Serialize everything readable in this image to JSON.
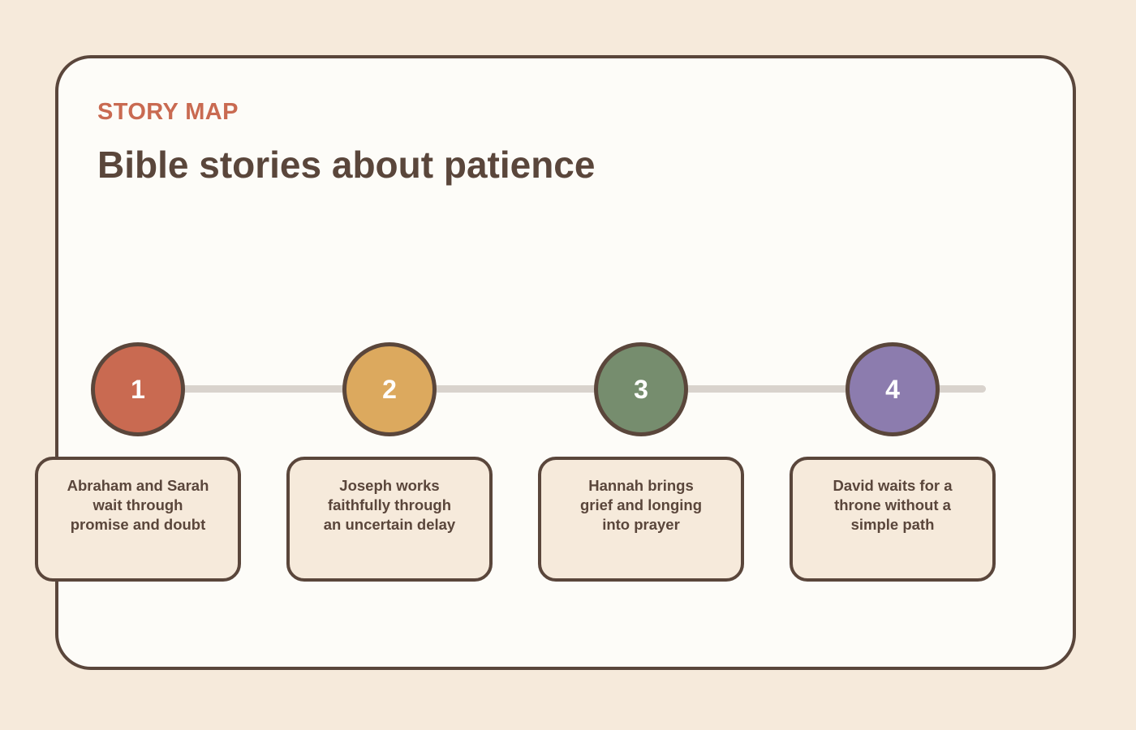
{
  "header": {
    "eyebrow": "STORY MAP",
    "title": "Bible stories about patience"
  },
  "steps": [
    {
      "number": "1",
      "lines": [
        "Abraham and Sarah",
        "wait through",
        "promise and doubt"
      ],
      "color": "#c96a51"
    },
    {
      "number": "2",
      "lines": [
        "Joseph works",
        "faithfully through",
        "an uncertain delay"
      ],
      "color": "#dca95e"
    },
    {
      "number": "3",
      "lines": [
        "Hannah brings",
        "grief and longing",
        "into prayer"
      ],
      "color": "#768d6e"
    },
    {
      "number": "4",
      "lines": [
        "David waits for a",
        "throne without a",
        "simple path"
      ],
      "color": "#8c7cae"
    }
  ],
  "colors": {
    "background": "#f6eadb",
    "card": "#fdfcf8",
    "ink": "#5a463b",
    "accent": "#c96a51",
    "track": "#d9d3cd"
  }
}
